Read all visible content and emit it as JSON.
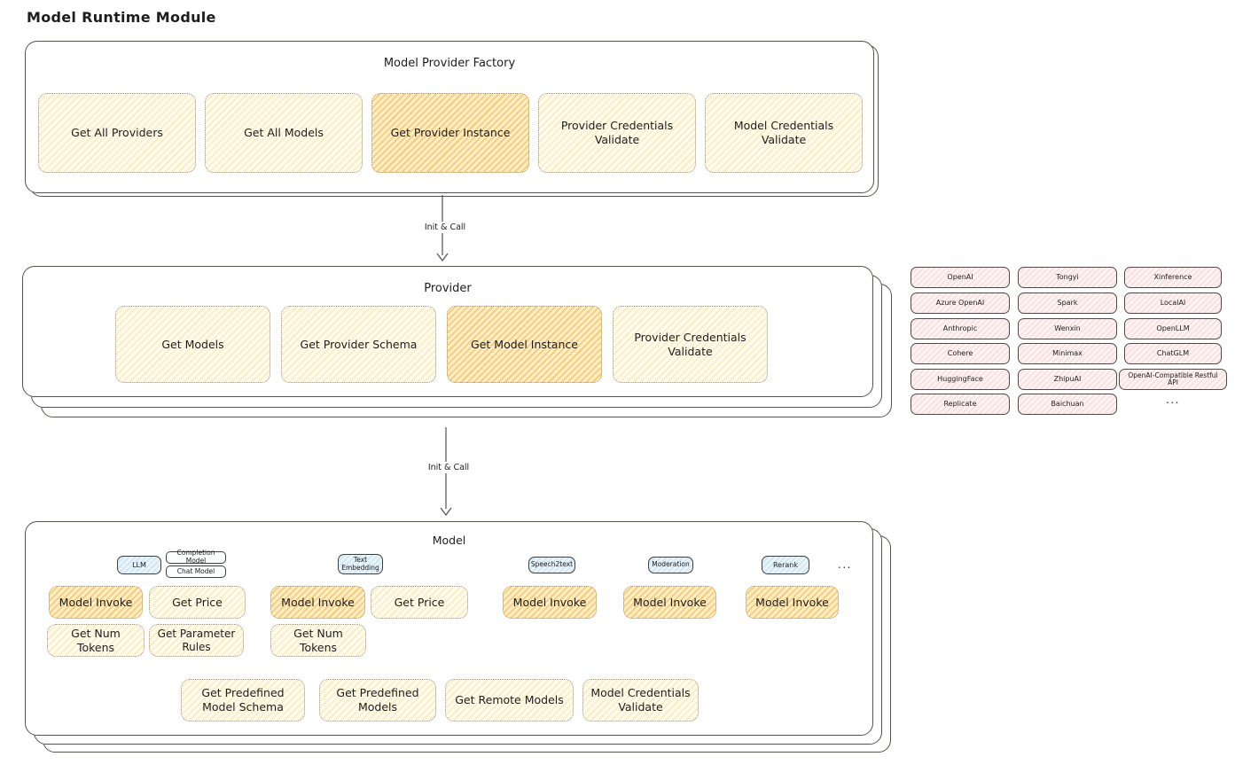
{
  "title": "Model Runtime Module",
  "arrows": {
    "arrow1_label": "Init & Call",
    "arrow2_label": "Init & Call"
  },
  "factory": {
    "title": "Model Provider Factory",
    "buttons": [
      {
        "label": "Get All Providers",
        "highlighted": false
      },
      {
        "label": "Get All Models",
        "highlighted": false
      },
      {
        "label": "Get Provider Instance",
        "highlighted": true
      },
      {
        "label": "Provider Credentials Validate",
        "highlighted": false
      },
      {
        "label": "Model Credentials Validate",
        "highlighted": false
      }
    ]
  },
  "provider": {
    "title": "Provider",
    "buttons": [
      {
        "label": "Get Models",
        "highlighted": false
      },
      {
        "label": "Get Provider Schema",
        "highlighted": false
      },
      {
        "label": "Get Model Instance",
        "highlighted": true
      },
      {
        "label": "Provider Credentials Validate",
        "highlighted": false
      }
    ]
  },
  "providers_list": {
    "col1": [
      "OpenAI",
      "Azure OpenAI",
      "Anthropic",
      "Cohere",
      "HuggingFace",
      "Replicate"
    ],
    "col2": [
      "Tongyi",
      "Spark",
      "Wenxin",
      "Minimax",
      "ZhipuAI",
      "Baichuan"
    ],
    "col3": [
      "Xinference",
      "LocalAI",
      "OpenLLM",
      "ChatGLM",
      "OpenAI-Compatible Restful API"
    ],
    "more": "..."
  },
  "model": {
    "title": "Model",
    "tags": {
      "llm": "LLM",
      "completion": "Completion Model",
      "chat": "Chat Model",
      "text_embedding": "Text Embedding",
      "speech2text": "Speech2text",
      "moderation": "Moderation",
      "rerank": "Rerank",
      "more": "..."
    },
    "buttons": {
      "llm_invoke": "Model Invoke",
      "llm_price": "Get Price",
      "llm_tokens": "Get Num Tokens",
      "llm_rules": "Get Parameter Rules",
      "emb_invoke": "Model Invoke",
      "emb_price": "Get Price",
      "emb_tokens": "Get Num Tokens",
      "s2t_invoke": "Model Invoke",
      "mod_invoke": "Model Invoke",
      "rerank_invoke": "Model Invoke"
    },
    "bottom_buttons": [
      "Get Predefined Model Schema",
      "Get Predefined Models",
      "Get Remote Models",
      "Model Credentials Validate"
    ]
  },
  "colors": {
    "node_yellow": "#fefaec",
    "node_highlight": "#f3ae3e",
    "provider_pink": "#fdf1f1",
    "tag_blue": "#e8f3fa",
    "stroke": "#4d4a47"
  }
}
